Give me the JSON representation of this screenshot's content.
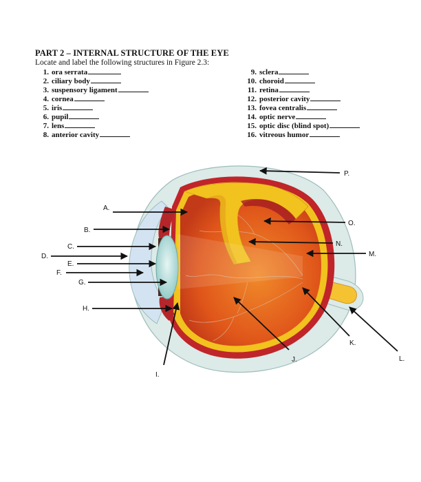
{
  "heading": "PART 2 – INTERNAL STRUCTURE OF THE EYE",
  "instructions": "Locate and label the following structures in Figure 2.3:",
  "items_left": [
    {
      "num": "1.",
      "text": "ora serrata",
      "blank": 48
    },
    {
      "num": "2.",
      "text": "ciliary body",
      "blank": 44
    },
    {
      "num": "3.",
      "text": "suspensory ligament",
      "blank": 44
    },
    {
      "num": "4.",
      "text": "cornea",
      "blank": 44
    },
    {
      "num": "5.",
      "text": "iris",
      "blank": 44
    },
    {
      "num": "6.",
      "text": "pupil",
      "blank": 44
    },
    {
      "num": "7.",
      "text": "lens",
      "blank": 44
    },
    {
      "num": "8.",
      "text": "anterior cavity",
      "blank": 44
    }
  ],
  "items_right": [
    {
      "num": "9.",
      "text": "sclera",
      "blank": 44
    },
    {
      "num": "10.",
      "text": "choroid",
      "blank": 44
    },
    {
      "num": "11.",
      "text": "retina",
      "blank": 44
    },
    {
      "num": "12.",
      "text": "posterior cavity",
      "blank": 44
    },
    {
      "num": "13.",
      "text": "fovea centralis",
      "blank": 44
    },
    {
      "num": "14.",
      "text": "optic nerve",
      "blank": 44
    },
    {
      "num": "15.",
      "text": "optic disc (blind spot)",
      "blank": 44
    },
    {
      "num": "16.",
      "text": "vitreous humor",
      "blank": 44
    }
  ],
  "figure_labels": {
    "A": "A.",
    "B": "B.",
    "C": "C.",
    "D": "D.",
    "E": "E.",
    "F": "F.",
    "G": "G.",
    "H": "H.",
    "I": "I.",
    "J": "J.",
    "K": "K.",
    "L": "L.",
    "M": "M.",
    "N": "N.",
    "O": "O.",
    "P": "P."
  },
  "colors": {
    "sclera_fill": "#dceae8",
    "vitreous": "#e8641a",
    "retina": "#f2c21e",
    "choroid": "#c0252a",
    "lens": "#b9dedd",
    "aqueous": "#c9d6ee",
    "optic_nerve": "#f5c232"
  }
}
